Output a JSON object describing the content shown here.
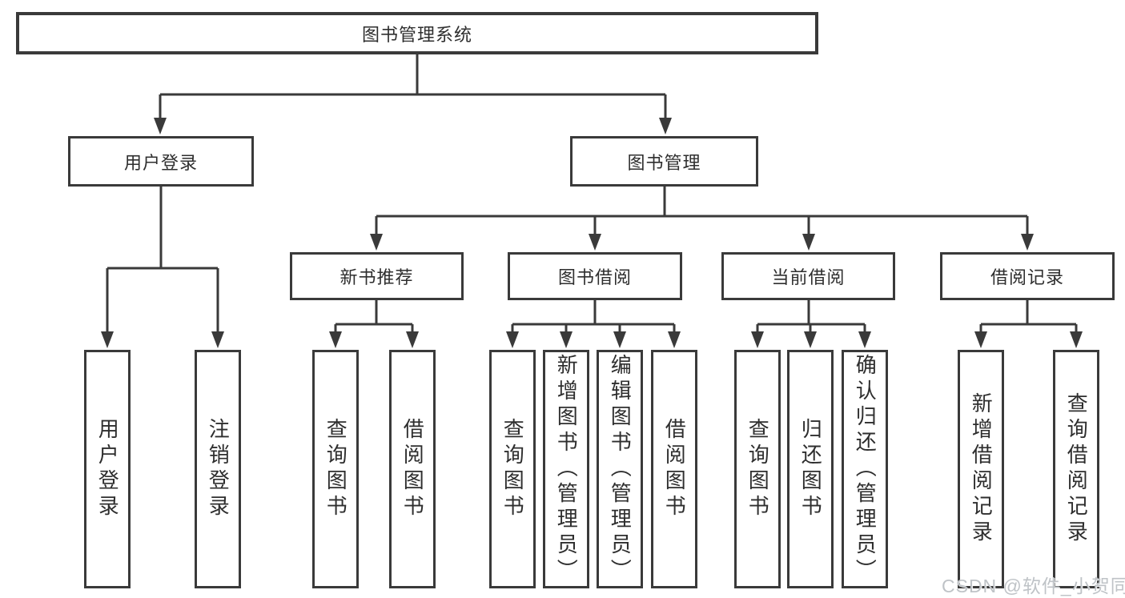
{
  "root": {
    "label": "图书管理系统"
  },
  "branches": {
    "user_login": {
      "label": "用户登录",
      "children": [
        {
          "label": "用户登录"
        },
        {
          "label": "注销登录"
        }
      ]
    },
    "book_management": {
      "label": "图书管理",
      "sections": {
        "new_books": {
          "label": "新书推荐",
          "children": [
            {
              "label": "查询图书"
            },
            {
              "label": "借阅图书"
            }
          ]
        },
        "borrowing": {
          "label": "图书借阅",
          "children": [
            {
              "label": "查询图书"
            },
            {
              "label": "新增图书（管理员）"
            },
            {
              "label": "编辑图书（管理员）"
            },
            {
              "label": "借阅图书"
            }
          ]
        },
        "current": {
          "label": "当前借阅",
          "children": [
            {
              "label": "查询图书"
            },
            {
              "label": "归还图书"
            },
            {
              "label": "确认归还（管理员）"
            }
          ]
        },
        "records": {
          "label": "借阅记录",
          "children": [
            {
              "label": "新增借阅记录"
            },
            {
              "label": "查询借阅记录"
            }
          ]
        }
      }
    }
  },
  "watermark": {
    "text": "CSDN @软件_小贺同学"
  },
  "colors": {
    "line": "#3a3a3a",
    "box_border": "#3a3a3a",
    "text": "#2e2e2e",
    "watermark": "#bfc3c7"
  }
}
